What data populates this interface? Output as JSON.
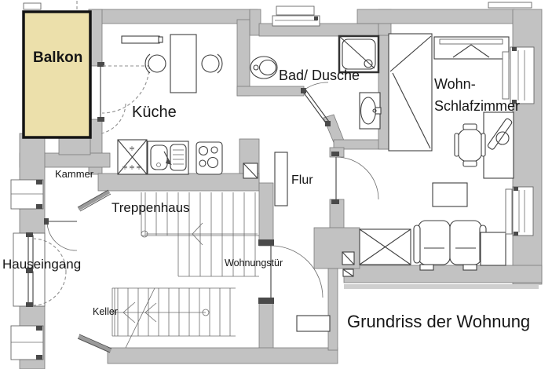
{
  "title": "Grundriss der Wohnung",
  "rooms": {
    "balkon": {
      "label": "Balkon"
    },
    "kueche": {
      "label": "Küche"
    },
    "bad": {
      "label": "Bad/ Dusche"
    },
    "wohn_schlafzimmer": {
      "line1": "Wohn-",
      "line2": "Schlafzimmer"
    },
    "kammer": {
      "label": "Kammer"
    },
    "treppenhaus": {
      "label": "Treppenhaus"
    },
    "flur": {
      "label": "Flur"
    },
    "hauseingang": {
      "label": "Hauseingang"
    },
    "wohnungstuer": {
      "label": "Wohnungstür"
    },
    "keller": {
      "label": "Keller"
    }
  },
  "colors": {
    "wall": "#c2c2c2",
    "balcony": "#ece0ab",
    "balconyBorder": "#141414",
    "line": "#3f3f3f",
    "text": "#161616"
  },
  "fixtures": {
    "kitchen": [
      "wall-shelf",
      "dining-table",
      "chair",
      "chair",
      "stove",
      "sink",
      "cooktop"
    ],
    "bath": [
      "window",
      "toilet",
      "shower",
      "washbasin"
    ],
    "living": [
      "bed",
      "wardrobe",
      "desk",
      "desk-chair",
      "laptop",
      "sofa",
      "coffee-table",
      "side-table",
      "storage-cabinet",
      "radiator",
      "radiator"
    ],
    "stairs": [
      "upper-flight",
      "basement-flight"
    ],
    "entry": [
      "house-entrance-door",
      "apartment-door",
      "doormat"
    ]
  }
}
